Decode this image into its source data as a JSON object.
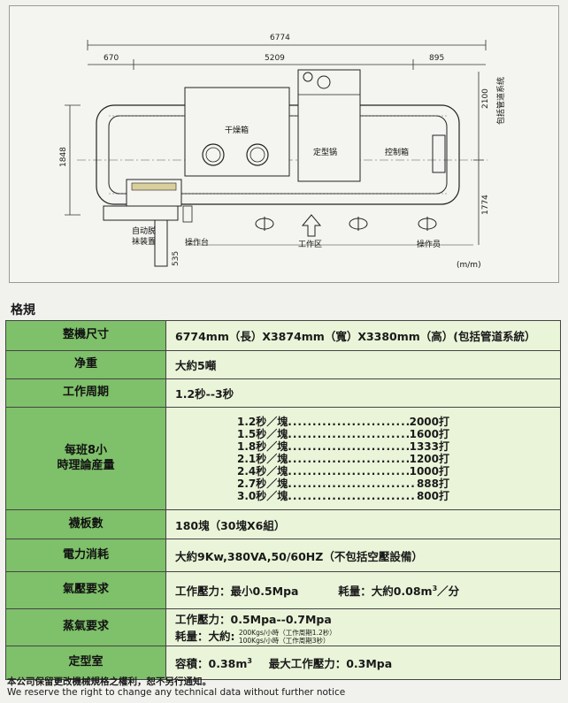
{
  "diagram": {
    "dims": {
      "total_length": "6774",
      "left": "670",
      "middle": "5209",
      "right": "895",
      "height_left": "1848",
      "right_top": "2100",
      "right_bottom": "1774",
      "bottom_small": "535"
    },
    "labels": {
      "dryer": "干燥箱",
      "forming_pot": "定型锅",
      "control_box": "控制箱",
      "pipe_system": "包括管道系统",
      "auto_release_1": "自动脱",
      "auto_release_2": "袜装置",
      "console": "操作台",
      "work_area": "工作区",
      "operator": "操作员",
      "unit": "(m/m)"
    }
  },
  "section_title": "格規",
  "specs": {
    "size": {
      "label": "整機尺寸",
      "value": "6774mm（長）X3874mm（寬）X3380mm（高）(包括管道系統）"
    },
    "weight": {
      "label": "净重",
      "value": "大約5噸"
    },
    "cycle": {
      "label": "工作周期",
      "value": "1.2秒--3秒"
    },
    "output": {
      "label_1": "每班8小",
      "label_2": "時理論産量",
      "rows": [
        {
          "speed": "1.2秒／塊",
          "qty": "2000打"
        },
        {
          "speed": "1.5秒／塊",
          "qty": "1600打"
        },
        {
          "speed": "1.8秒／塊",
          "qty": "1333打"
        },
        {
          "speed": "2.1秒／塊",
          "qty": "1200打"
        },
        {
          "speed": "2.4秒／塊",
          "qty": "1000打"
        },
        {
          "speed": "2.7秒／塊",
          "qty": "888打"
        },
        {
          "speed": "3.0秒／塊",
          "qty": "800打"
        }
      ]
    },
    "boards": {
      "label": "襪板數",
      "value": "180塊（30塊X6組）"
    },
    "power": {
      "label": "電力消耗",
      "value": "大約9Kw,380VA,50/60HZ（不包括空壓設備）"
    },
    "air": {
      "label": "氣壓要求",
      "pressure_label": "工作壓力：",
      "pressure_value": "最小0.5Mpa",
      "consumption_label": "耗量：",
      "consumption_value": "大約0.08m",
      "consumption_sup": "3",
      "consumption_unit": "／分"
    },
    "steam": {
      "label": "蒸氣要求",
      "pressure_line": "工作壓力：0.5Mpa--0.7Mpa",
      "consumption_label": "耗量：大約:",
      "consumption_line_1": "200Kgs/小時（工作周期1.2秒）",
      "consumption_line_2": "100Kgs/小時（工作周期3秒）"
    },
    "chamber": {
      "label": "定型室",
      "volume_label": "容積：",
      "volume_value": "0.38m",
      "volume_sup": "3",
      "max_pressure": "最大工作壓力：0.3Mpa"
    }
  },
  "footer": {
    "cn": "本公司保留更改機械規格之權利，恕不另行通知。",
    "en": "We reserve the right to change any technical data without further notice"
  }
}
